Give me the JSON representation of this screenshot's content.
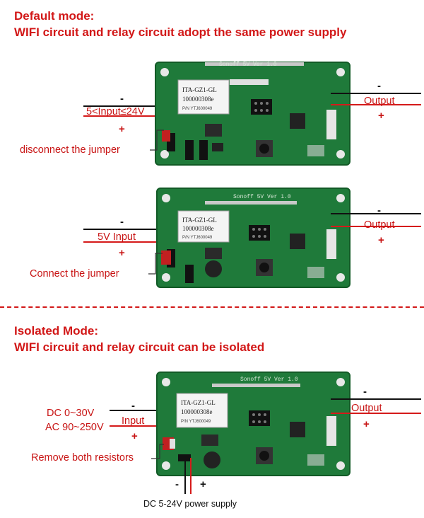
{
  "sections": {
    "default": {
      "title": "Default mode:",
      "subtitle": "WIFI circuit and relay circuit adopt the same power supply",
      "board1": {
        "board_text": "Sonoff 5V Ver 1.0",
        "module_l1": "ITA-GZ1-GL",
        "module_l2": "100000308e",
        "module_l3": "P/N YTJ600049",
        "input_label": "5<Input≤24V",
        "output_label": "Output",
        "minus": "-",
        "plus": "+",
        "jumper_label": "disconnect the jumper"
      },
      "board2": {
        "board_text": "Sonoff 5V Ver 1.0",
        "module_l1": "ITA-GZ1-GL",
        "module_l2": "100000308e",
        "module_l3": "P/N YTJ600049",
        "input_label": "5V Input",
        "output_label": "Output",
        "minus": "-",
        "plus": "+",
        "jumper_label": "Connect the jumper"
      }
    },
    "isolated": {
      "title": "Isolated Mode:",
      "subtitle": "WIFI circuit and relay circuit can be isolated",
      "board": {
        "board_text": "Sonoff 5V Ver 1.0",
        "module_l1": "ITA-GZ1-GL",
        "module_l2": "100000308e",
        "module_l3": "P/N YTJ600049",
        "dc_label": "DC 0~30V",
        "ac_label": "AC 90~250V",
        "input_label": "Input",
        "output_label": "Output",
        "minus": "-",
        "plus": "+",
        "resistor_label": "Remove both resistors",
        "supply_label": "DC 5-24V power supply"
      }
    }
  },
  "colors": {
    "heading_red": "#d21818",
    "label_red": "#c81414",
    "pcb_green": "#1f7a3a",
    "pcb_dark": "#125a26",
    "wire_black": "#111111",
    "wire_red": "#d51a1a",
    "divider_red": "#d21818"
  }
}
